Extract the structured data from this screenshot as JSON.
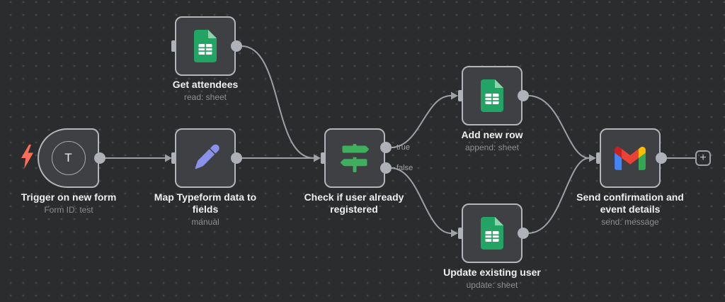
{
  "canvas": {
    "background_color": "#2b2c2d",
    "grid_dot_color": "#47484a",
    "connector_color": "#9da0a6",
    "node_fill_color": "#3e4043",
    "node_border_color": "#b2b5ba",
    "title_color": "#f0f0f1",
    "subtitle_color": "#8e8f91"
  },
  "nodes": [
    {
      "title": "Trigger on new form",
      "subtitle": "Form ID: test",
      "icon": "form-trigger-icon",
      "badge_letter": "T",
      "trigger_bolt_color": "#ff6d5a"
    },
    {
      "title": "Get attendees",
      "subtitle": "read: sheet",
      "icon": "google-sheets-icon",
      "icon_color": "#21a464"
    },
    {
      "title": "Map Typeform data to fields",
      "subtitle": "manual",
      "icon": "pencil-icon",
      "icon_color": "#8b90ea"
    },
    {
      "title": "Check if user already registered",
      "subtitle": "",
      "icon": "signpost-icon",
      "icon_color": "#3fae5d",
      "output_labels": [
        "true",
        "false"
      ]
    },
    {
      "title": "Add new row",
      "subtitle": "append: sheet",
      "icon": "google-sheets-icon",
      "icon_color": "#21a464"
    },
    {
      "title": "Update existing user",
      "subtitle": "update: sheet",
      "icon": "google-sheets-icon",
      "icon_color": "#21a464"
    },
    {
      "title": "Send confirmation and event details",
      "subtitle": "send: message",
      "icon": "gmail-icon",
      "gmail_colors": {
        "red": "#ea4335",
        "blue": "#4285f4",
        "green": "#34a853",
        "yellow": "#fbbc04",
        "dark_red": "#c5221f"
      }
    }
  ],
  "branch_labels": {
    "true": "true",
    "false": "false"
  },
  "add_node_button": {
    "label": "+"
  }
}
